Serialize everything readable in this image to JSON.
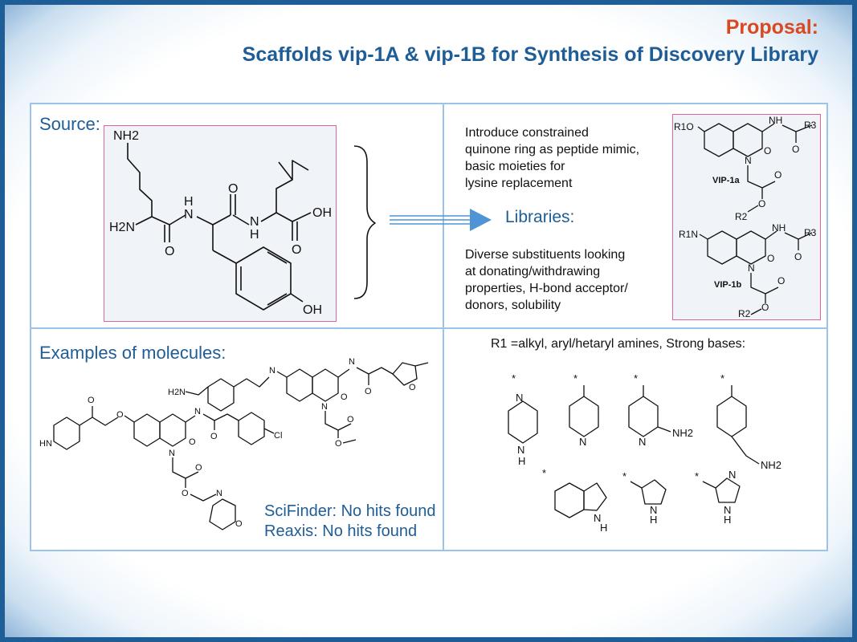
{
  "title": {
    "line1": "Proposal:",
    "line2": "Scaffolds vip-1A & vip-1B for Synthesis of Discovery Library"
  },
  "source": {
    "label": "Source:",
    "atoms": {
      "nh2_top": "NH2",
      "h2n": "H2N",
      "h_amide1": "H",
      "n_amide1": "N",
      "o_upper": "O",
      "o_left": "O",
      "o_lower": "O",
      "n_amide2": "N",
      "h_amide2": "H",
      "oh_acid": "OH",
      "oh_phenol": "OH"
    }
  },
  "proposal": {
    "intro_lines": [
      "Introduce constrained",
      "quinone ring as peptide mimic,",
      "basic moieties for",
      "lysine replacement"
    ],
    "libraries": "Libraries:",
    "diverse_lines": [
      "Diverse substituents looking",
      "at donating/withdrawing",
      "properties, H-bond acceptor/",
      "donors, solubility"
    ]
  },
  "scaffolds": {
    "a": {
      "name": "VIP-1a",
      "r1": "R1O",
      "r2": "R2",
      "r3": "R3"
    },
    "b": {
      "name": "VIP-1b",
      "r1": "R1N",
      "r2": "R2",
      "r3": "R3"
    }
  },
  "examples": {
    "label": "Examples of molecules:",
    "scifinder": "SciFinder: No hits found",
    "reaxis": "Reaxis: No hits found",
    "atoms": {
      "h2n": "H2N",
      "hn": "HN",
      "cl": "Cl",
      "n": "N",
      "o": "O"
    }
  },
  "r1_groups": {
    "label": "R1 =alkyl, aryl/hetaryl amines, Strong bases:",
    "atoms": {
      "star": "*",
      "n": "N",
      "h": "H",
      "nh": "NH",
      "nh2": "NH2"
    }
  },
  "colors": {
    "title_orange": "#d9481f",
    "title_blue": "#1f5d96",
    "grid": "#9cc3ea",
    "highlight_pink": "#d9659c",
    "arrow": "#4f95d6"
  }
}
